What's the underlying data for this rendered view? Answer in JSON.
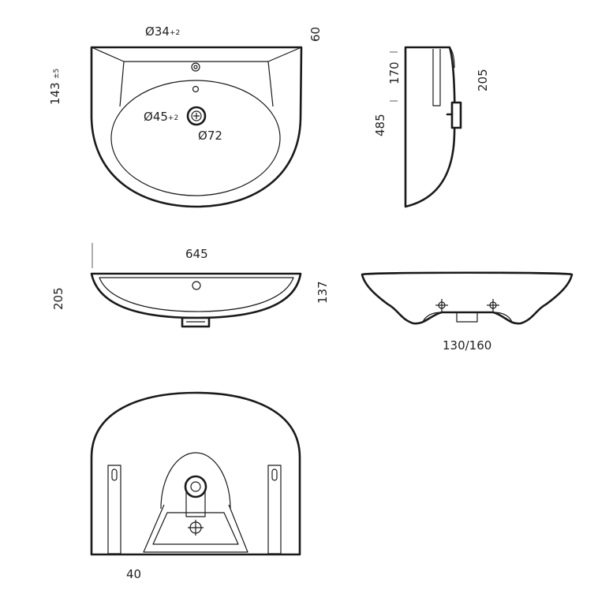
{
  "views": {
    "top": {
      "overflow_dia": {
        "symbol": "Ø",
        "value": "34",
        "tol": "+2"
      },
      "depth_60": "60",
      "height_143": "143",
      "height_143_tol": "±5",
      "drain_dia": {
        "symbol": "Ø",
        "value": "45",
        "tol": "+2"
      },
      "drain_outer": {
        "symbol": "Ø",
        "value": "72"
      }
    },
    "side": {
      "dim_170": "170",
      "dim_205": "205",
      "dim_485": "485"
    },
    "front": {
      "width_645": "645",
      "height_205": "205",
      "height_137": "137"
    },
    "back": {
      "bracket_spacing": "130/160"
    },
    "bottom": {
      "dim_40": "40"
    }
  }
}
